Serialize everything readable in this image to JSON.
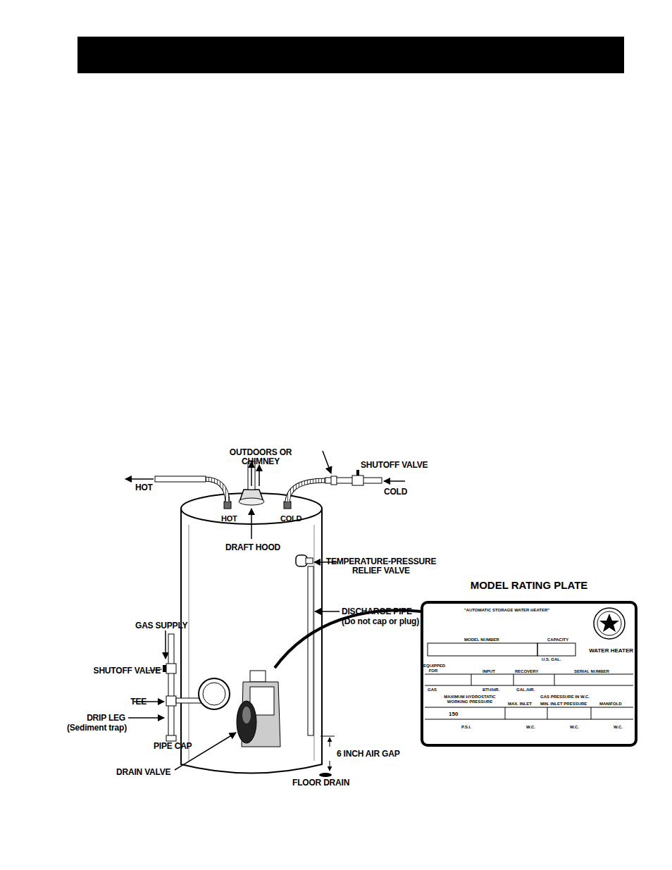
{
  "diagram": {
    "nodes": [
      {
        "text": [
          "MODEL RATING PLATE",
          "\"AUTOMATIC STORAGE WATER HEATER\"",
          "MODEL NUMBER",
          "CAPACITY",
          "U.S. GAL.",
          "WATER HEATER",
          "EQUIPPED FOR",
          "INPUT",
          "RECOVERY",
          "SERIAL NUMBER",
          "GAS",
          "BTU/HR.",
          "GAL./HR.",
          "MAXIMUM HYDROSTATIC WORKING PRESSURE",
          "GAS PRESSURE IN W.C.",
          "MAX. INLET",
          "MIN. INLET PRESSURE",
          "MANIFOLD",
          "150",
          "P.S.I.",
          "W.C.",
          "W.C.",
          "W.C."
        ]
      }
    ],
    "labels": [
      "OUTDOORS OR CHIMNEY",
      "SHUTOFF VALVE",
      "HOT",
      "COLD",
      "HOT",
      "COLD",
      "DRAFT HOOD",
      "TEMPERATURE-PRESSURE RELIEF VALVE",
      "DISCHARGE PIPE",
      "(Do not cap or plug)",
      "GAS SUPPLY",
      "SHUTOFF VALVE",
      "TEE",
      "DRIP LEG",
      "(Sediment trap)",
      "PIPE CAP",
      "DRAIN VALVE",
      "6 INCH AIR GAP",
      "FLOOR DRAIN"
    ]
  }
}
